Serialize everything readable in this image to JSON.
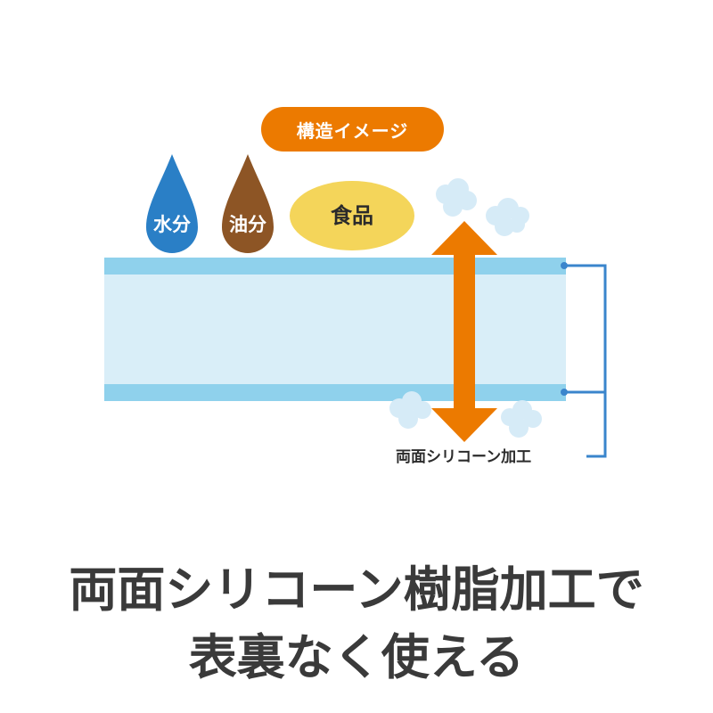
{
  "diagram": {
    "badge_label": "構造イメージ",
    "drops": [
      {
        "label": "水分",
        "color": "#2a7fc6"
      },
      {
        "label": "油分",
        "color": "#8d5525"
      }
    ],
    "food": {
      "label": "食品",
      "color": "#f4d55a"
    },
    "sheet": {
      "coating_color": "#8fd1ec",
      "core_color": "#d9eef8"
    },
    "arrow_color": "#ec7a00",
    "bracket_color": "#3a85cc",
    "cloud_color": "#d6ebf7",
    "callout_label": "両面シリコーン加工"
  },
  "headline": {
    "line1": "両面シリコーン樹脂加工で",
    "line2": "表裏なく使える"
  }
}
